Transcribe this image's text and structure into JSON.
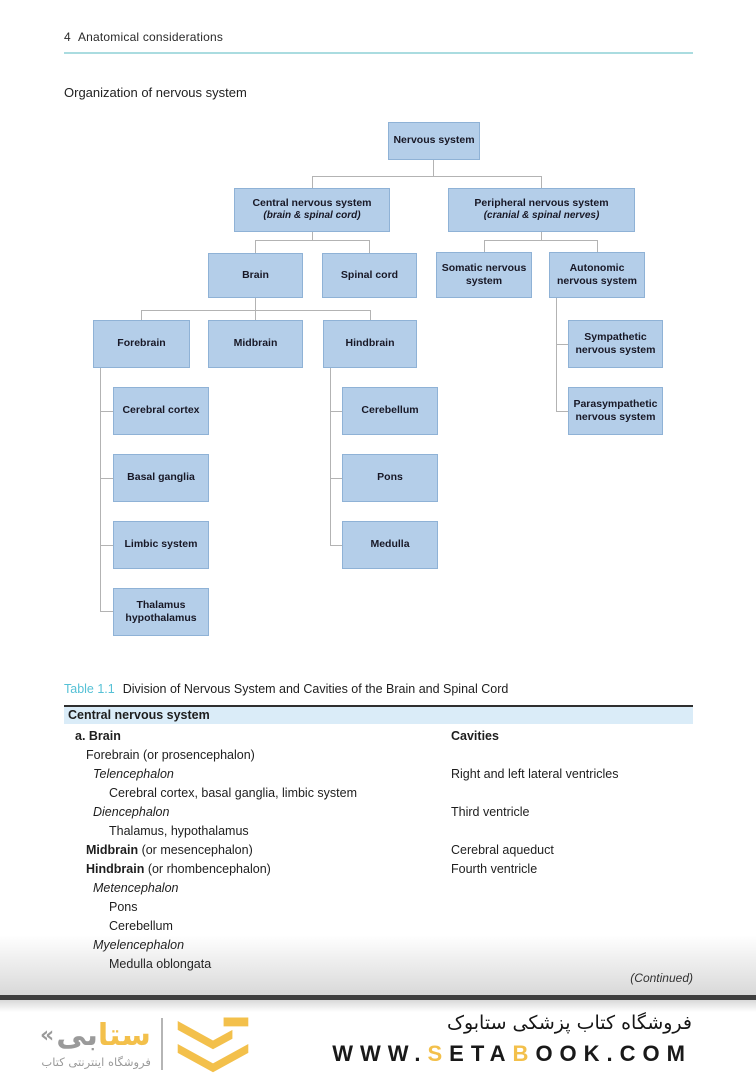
{
  "page_header": {
    "label": "4  Anatomical considerations"
  },
  "section_title": "Organization of nervous system",
  "colors": {
    "rule_teal": "#aadce0",
    "caption_teal": "#56c1d6",
    "box_fill": "#b4cee9",
    "box_border": "#8fb2d6",
    "table_header_bg": "#daecf8",
    "footer_accent": "#f3c04b"
  },
  "flowchart": {
    "nodes": [
      {
        "id": "nervous-system",
        "parent": null,
        "label": "Nervous system"
      },
      {
        "id": "central-nervous-system",
        "parent": "nervous-system",
        "label": "Central nervous system",
        "sub": "(brain & spinal cord)"
      },
      {
        "id": "peripheral-nervous-system",
        "parent": "nervous-system",
        "label": "Peripheral nervous system",
        "sub": "(cranial & spinal nerves)"
      },
      {
        "id": "brain",
        "parent": "central-nervous-system",
        "label": "Brain"
      },
      {
        "id": "spinal-cord",
        "parent": "central-nervous-system",
        "label": "Spinal cord"
      },
      {
        "id": "somatic-nervous-system",
        "parent": "peripheral-nervous-system",
        "label": "Somatic nervous system"
      },
      {
        "id": "autonomic-nervous-system",
        "parent": "peripheral-nervous-system",
        "label": "Autonomic nervous system"
      },
      {
        "id": "forebrain",
        "parent": "brain",
        "label": "Forebrain"
      },
      {
        "id": "midbrain",
        "parent": "brain",
        "label": "Midbrain"
      },
      {
        "id": "hindbrain",
        "parent": "brain",
        "label": "Hindbrain"
      },
      {
        "id": "cerebral-cortex",
        "parent": "forebrain",
        "label": "Cerebral cortex"
      },
      {
        "id": "basal-ganglia",
        "parent": "forebrain",
        "label": "Basal ganglia"
      },
      {
        "id": "limbic-system",
        "parent": "forebrain",
        "label": "Limbic system"
      },
      {
        "id": "thalamus-hypothalamus",
        "parent": "forebrain",
        "label": "Thalamus hypothalamus"
      },
      {
        "id": "cerebellum",
        "parent": "hindbrain",
        "label": "Cerebellum"
      },
      {
        "id": "pons",
        "parent": "hindbrain",
        "label": "Pons"
      },
      {
        "id": "medulla",
        "parent": "hindbrain",
        "label": "Medulla"
      },
      {
        "id": "sympathetic-nervous-system",
        "parent": "autonomic-nervous-system",
        "label": "Sympathetic nervous system"
      },
      {
        "id": "parasympathetic-nervous-system",
        "parent": "autonomic-nervous-system",
        "label": "Parasympathetic nervous system"
      }
    ]
  },
  "table": {
    "caption_label": "Table 1.1",
    "caption_text": "Division of Nervous System and Cavities of the Brain and Spinal Cord",
    "section_header": "Central nervous system",
    "right_column_header": "Cavities",
    "rows": [
      {
        "indent": 0,
        "left": [
          {
            "t": "a. Brain",
            "b": true
          }
        ],
        "right": "Cavities",
        "right_bold": true
      },
      {
        "indent": 1,
        "left": [
          {
            "t": "Forebrain (or prosencephalon)"
          }
        ],
        "right": ""
      },
      {
        "indent": 2,
        "left": [
          {
            "t": "Telencephalon",
            "i": true
          }
        ],
        "right": "Right and left lateral ventricles"
      },
      {
        "indent": 3,
        "left": [
          {
            "t": "Cerebral cortex, basal ganglia, limbic system"
          }
        ],
        "right": ""
      },
      {
        "indent": 2,
        "left": [
          {
            "t": "Diencephalon",
            "i": true
          }
        ],
        "right": "Third ventricle"
      },
      {
        "indent": 3,
        "left": [
          {
            "t": "Thalamus, hypothalamus"
          }
        ],
        "right": ""
      },
      {
        "indent": 1,
        "left": [
          {
            "t": "Midbrain",
            "b": true
          },
          {
            "t": " (or mesencephalon)"
          }
        ],
        "right": "Cerebral aqueduct"
      },
      {
        "indent": 1,
        "left": [
          {
            "t": "Hindbrain",
            "b": true
          },
          {
            "t": " (or rhombencephalon)"
          }
        ],
        "right": "Fourth ventricle"
      },
      {
        "indent": 2,
        "left": [
          {
            "t": "Metencephalon",
            "i": true
          }
        ],
        "right": ""
      },
      {
        "indent": 3,
        "left": [
          {
            "t": "Pons"
          }
        ],
        "right": ""
      },
      {
        "indent": 3,
        "left": [
          {
            "t": "Cerebellum"
          }
        ],
        "right": ""
      },
      {
        "indent": 2,
        "left": [
          {
            "t": "Myelencephalon",
            "i": true
          }
        ],
        "right": ""
      },
      {
        "indent": 3,
        "left": [
          {
            "t": "Medulla oblongata"
          }
        ],
        "right": ""
      }
    ],
    "continued": "(Continued)"
  },
  "footer": {
    "brand": {
      "mark_left": "«",
      "word_gray": "بی",
      "word_yellow": "ستا",
      "tagline": "فروشگاه اینترنتی کتاب"
    },
    "store_line_fa": "فروشگاه کتاب پزشکی ستابوک",
    "accent": "#f3c04b",
    "url_dark_color": "#191919",
    "url_segments": [
      {
        "text": "WWW."
      },
      {
        "text": "S",
        "accent": true
      },
      {
        "text": "ETA"
      },
      {
        "text": "B",
        "accent": true
      },
      {
        "text": "OOK.COM"
      }
    ]
  }
}
